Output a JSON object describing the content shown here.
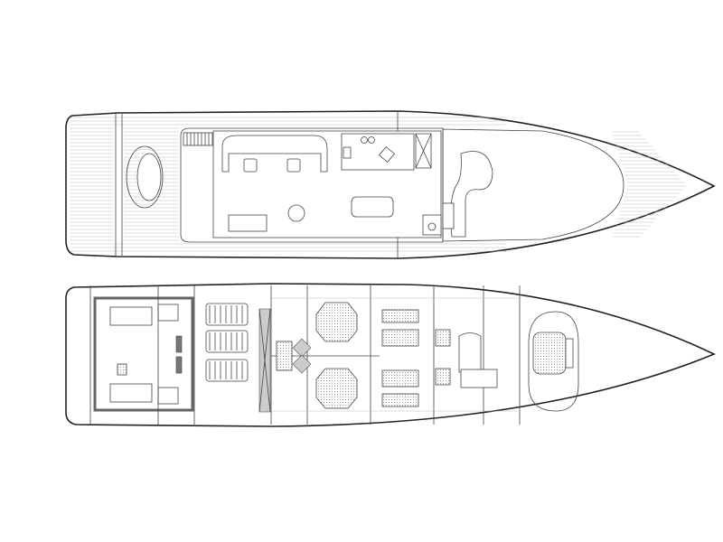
{
  "drawing": {
    "type": "yacht deck plan",
    "views": [
      "main-deck",
      "lower-deck"
    ],
    "colors": {
      "line": "#222222",
      "background": "#ffffff",
      "wall_fill": "#777777",
      "deck_planking": "#bbbbbb"
    }
  }
}
